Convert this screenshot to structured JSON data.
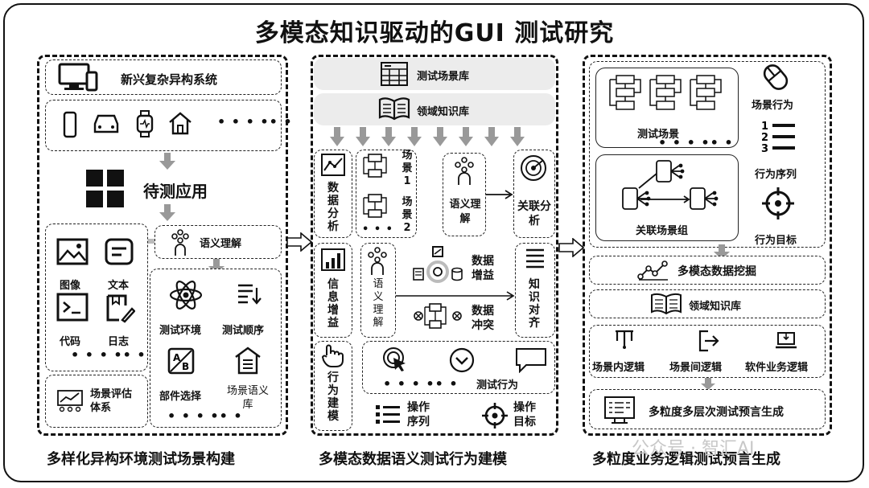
{
  "title": "多模态知识驱动的GUI 测试研究",
  "left": {
    "footer": "多样化异构环境测试场景构建",
    "system_label": "新兴复杂异构系统",
    "app_label": "待测应用",
    "semantic_label": "语义理解",
    "input_types": [
      "图像",
      "文本",
      "代码",
      "日志"
    ],
    "test_env": "测试环境",
    "test_order": "测试顺序",
    "component_select": "部件选择",
    "scenario_eval": "场景评估体系",
    "scenario_lib": "场景语义库",
    "dots": "• • • •• •"
  },
  "middle": {
    "footer": "多模态数据语义测试行为建模",
    "scenario_lib": "测试场景库",
    "knowledge_lib": "领域知识库",
    "data_analysis": "数据分析",
    "scene1": "场景1",
    "scene2": "场景2",
    "semantic": "语义理解",
    "relation_analysis": "关联分析",
    "info_gain": "信息增益",
    "semantic2": "语义理解",
    "data_gain": "数据增益",
    "data_conflict": "数据冲突",
    "knowledge_align": "知识对齐",
    "behavior_model": "行为建模",
    "test_behavior": "测试行为",
    "op_sequence": "操作序列",
    "op_target": "操作目标",
    "dots": "• • •"
  },
  "right": {
    "footer": "多粒度业务逻辑测试预言生成",
    "test_scenario": "测试场景",
    "scenario_behavior": "场景行为",
    "behavior_sequence": "行为序列",
    "related_group": "关联场景组",
    "behavior_target": "行为目标",
    "multimodal_mining": "多模态数据挖掘",
    "knowledge_lib": "领域知识库",
    "logic_in": "场景内逻辑",
    "logic_between": "场景间逻辑",
    "logic_software": "软件业务逻辑",
    "oracle_gen": "多粒度多层次测试预言生成"
  },
  "watermark": "公众号 · 智汇AI"
}
